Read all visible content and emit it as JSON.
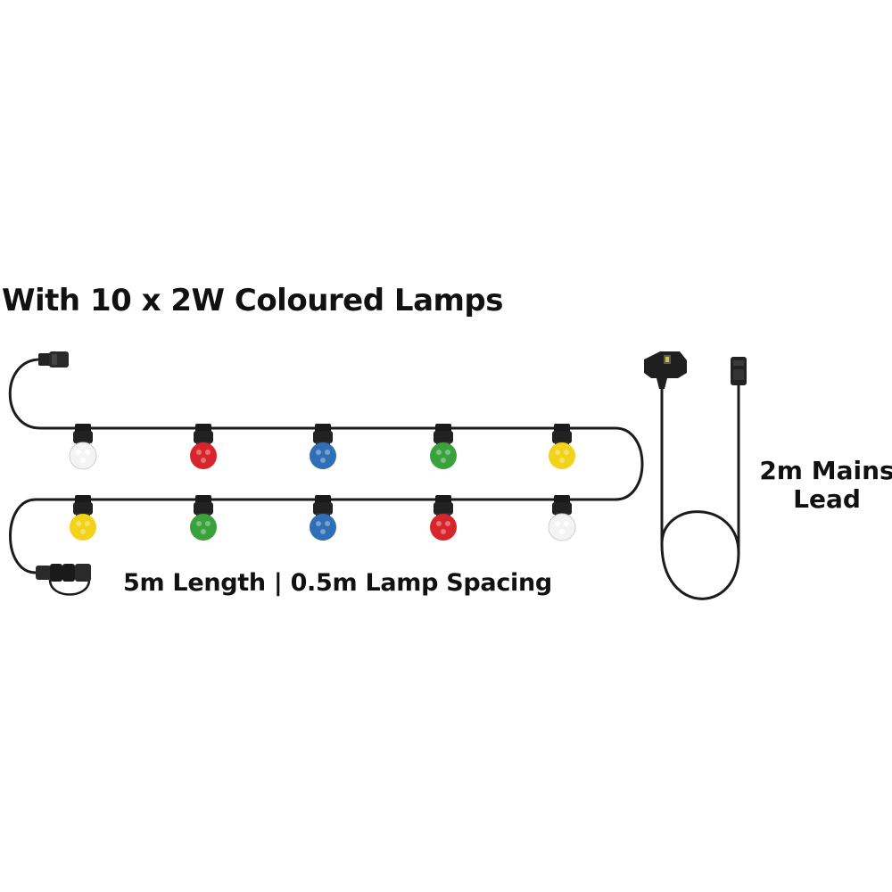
{
  "title": "With 10 x 2W Coloured Lamps",
  "spacing_label": "5m Length | 0.5m Lamp Spacing",
  "lead_label": [
    "2m Mains",
    "Lead"
  ],
  "lamps": {
    "top_row": [
      "white",
      "red",
      "blue",
      "green",
      "yellow"
    ],
    "bottom_row": [
      "yellow",
      "green",
      "blue",
      "red",
      "white"
    ]
  },
  "colors": {
    "cable": "#1c1c1c",
    "white": "#f4f4f4",
    "red": "#d8252c",
    "blue": "#2f6fb6",
    "green": "#3aa23a",
    "yellow": "#f2d21a"
  },
  "icons": [
    "uk-plug-icon",
    "cable-connector-icon",
    "end-cap-icon"
  ]
}
